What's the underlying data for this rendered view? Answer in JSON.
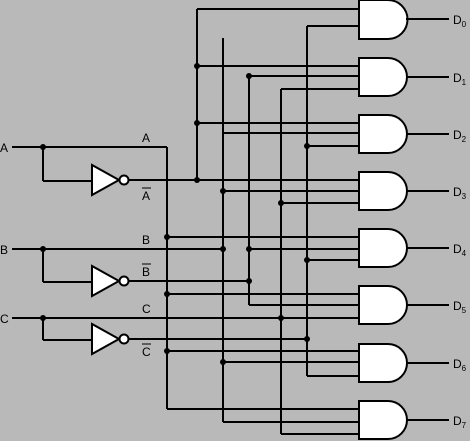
{
  "inputs": [
    {
      "name": "A",
      "line_label": "A",
      "inv_label": "A"
    },
    {
      "name": "B",
      "line_label": "B",
      "inv_label": "B"
    },
    {
      "name": "C",
      "line_label": "C",
      "inv_label": "C"
    }
  ],
  "outputs": [
    {
      "base": "D",
      "index": "0"
    },
    {
      "base": "D",
      "index": "1"
    },
    {
      "base": "D",
      "index": "2"
    },
    {
      "base": "D",
      "index": "3"
    },
    {
      "base": "D",
      "index": "4"
    },
    {
      "base": "D",
      "index": "5"
    },
    {
      "base": "D",
      "index": "6"
    },
    {
      "base": "D",
      "index": "7"
    }
  ],
  "colors": {
    "background": "#b9b9b9",
    "gate_fill": "#ffffff",
    "line": "#000000"
  }
}
